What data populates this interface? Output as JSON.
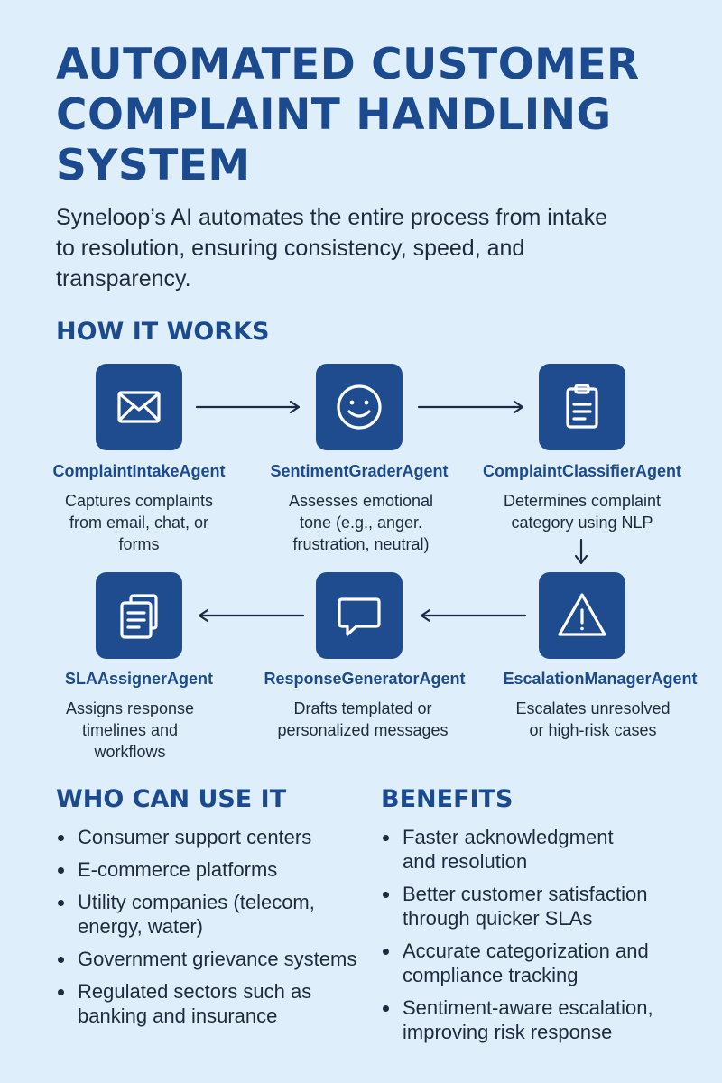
{
  "title": {
    "line1": "AUTOMATED CUSTOMER",
    "line2": "COMPLAINT HANDLING",
    "line3": "SYSTEM"
  },
  "intro": {
    "line1": "Syneloop’s AI automates the entire process from intake",
    "line2": "to resolution, ensuring consistency, speed, and",
    "line3": "transparency."
  },
  "how_it_works": {
    "heading": "HOW IT WORKS",
    "nodes": [
      {
        "name": "ComplaintIntakeAgent",
        "icon": "envelope-icon",
        "desc": [
          "Captures complaints",
          "from email, chat, or",
          "forms"
        ]
      },
      {
        "name": "SentimentGraderAgent",
        "icon": "smiley-icon",
        "desc": [
          "Assesses emotional",
          "tone (e.g., anger.",
          "frustration, neutral)"
        ]
      },
      {
        "name": "ComplaintClassifierAgent",
        "icon": "clipboard-icon",
        "desc": [
          "Determines complaint",
          "category using NLP"
        ]
      },
      {
        "name": "EscalationManagerAgent",
        "icon": "warning-icon",
        "desc": [
          "Escalates unresolved",
          "or high-risk cases"
        ]
      },
      {
        "name": "ResponseGeneratorAgent",
        "icon": "chat-bubble-icon",
        "desc": [
          "Drafts templated or",
          "personalized messages"
        ]
      },
      {
        "name": "SLAAssignerAgent",
        "icon": "documents-icon",
        "desc": [
          "Assigns response",
          "timelines and",
          "workflows"
        ]
      }
    ]
  },
  "who": {
    "heading": "WHO CAN USE IT",
    "items": [
      [
        "Consumer support centers"
      ],
      [
        "E-commerce platforms"
      ],
      [
        "Utility companies (telecom,",
        "energy, water)"
      ],
      [
        "Government grievance systems"
      ],
      [
        "Regulated sectors such as",
        "banking and insurance"
      ]
    ]
  },
  "benefits": {
    "heading": "BENEFITS",
    "items": [
      [
        "Faster acknowledgment",
        "and resolution"
      ],
      [
        "Better customer satisfaction",
        "through quicker SLAs"
      ],
      [
        "Accurate categorization and",
        "compliance tracking"
      ],
      [
        "Sentiment-aware escalation,",
        "improving risk response"
      ]
    ]
  },
  "colors": {
    "background": "#deeefb",
    "accent": "#1c4a8e",
    "icon_tile": "#1f4b8f"
  }
}
